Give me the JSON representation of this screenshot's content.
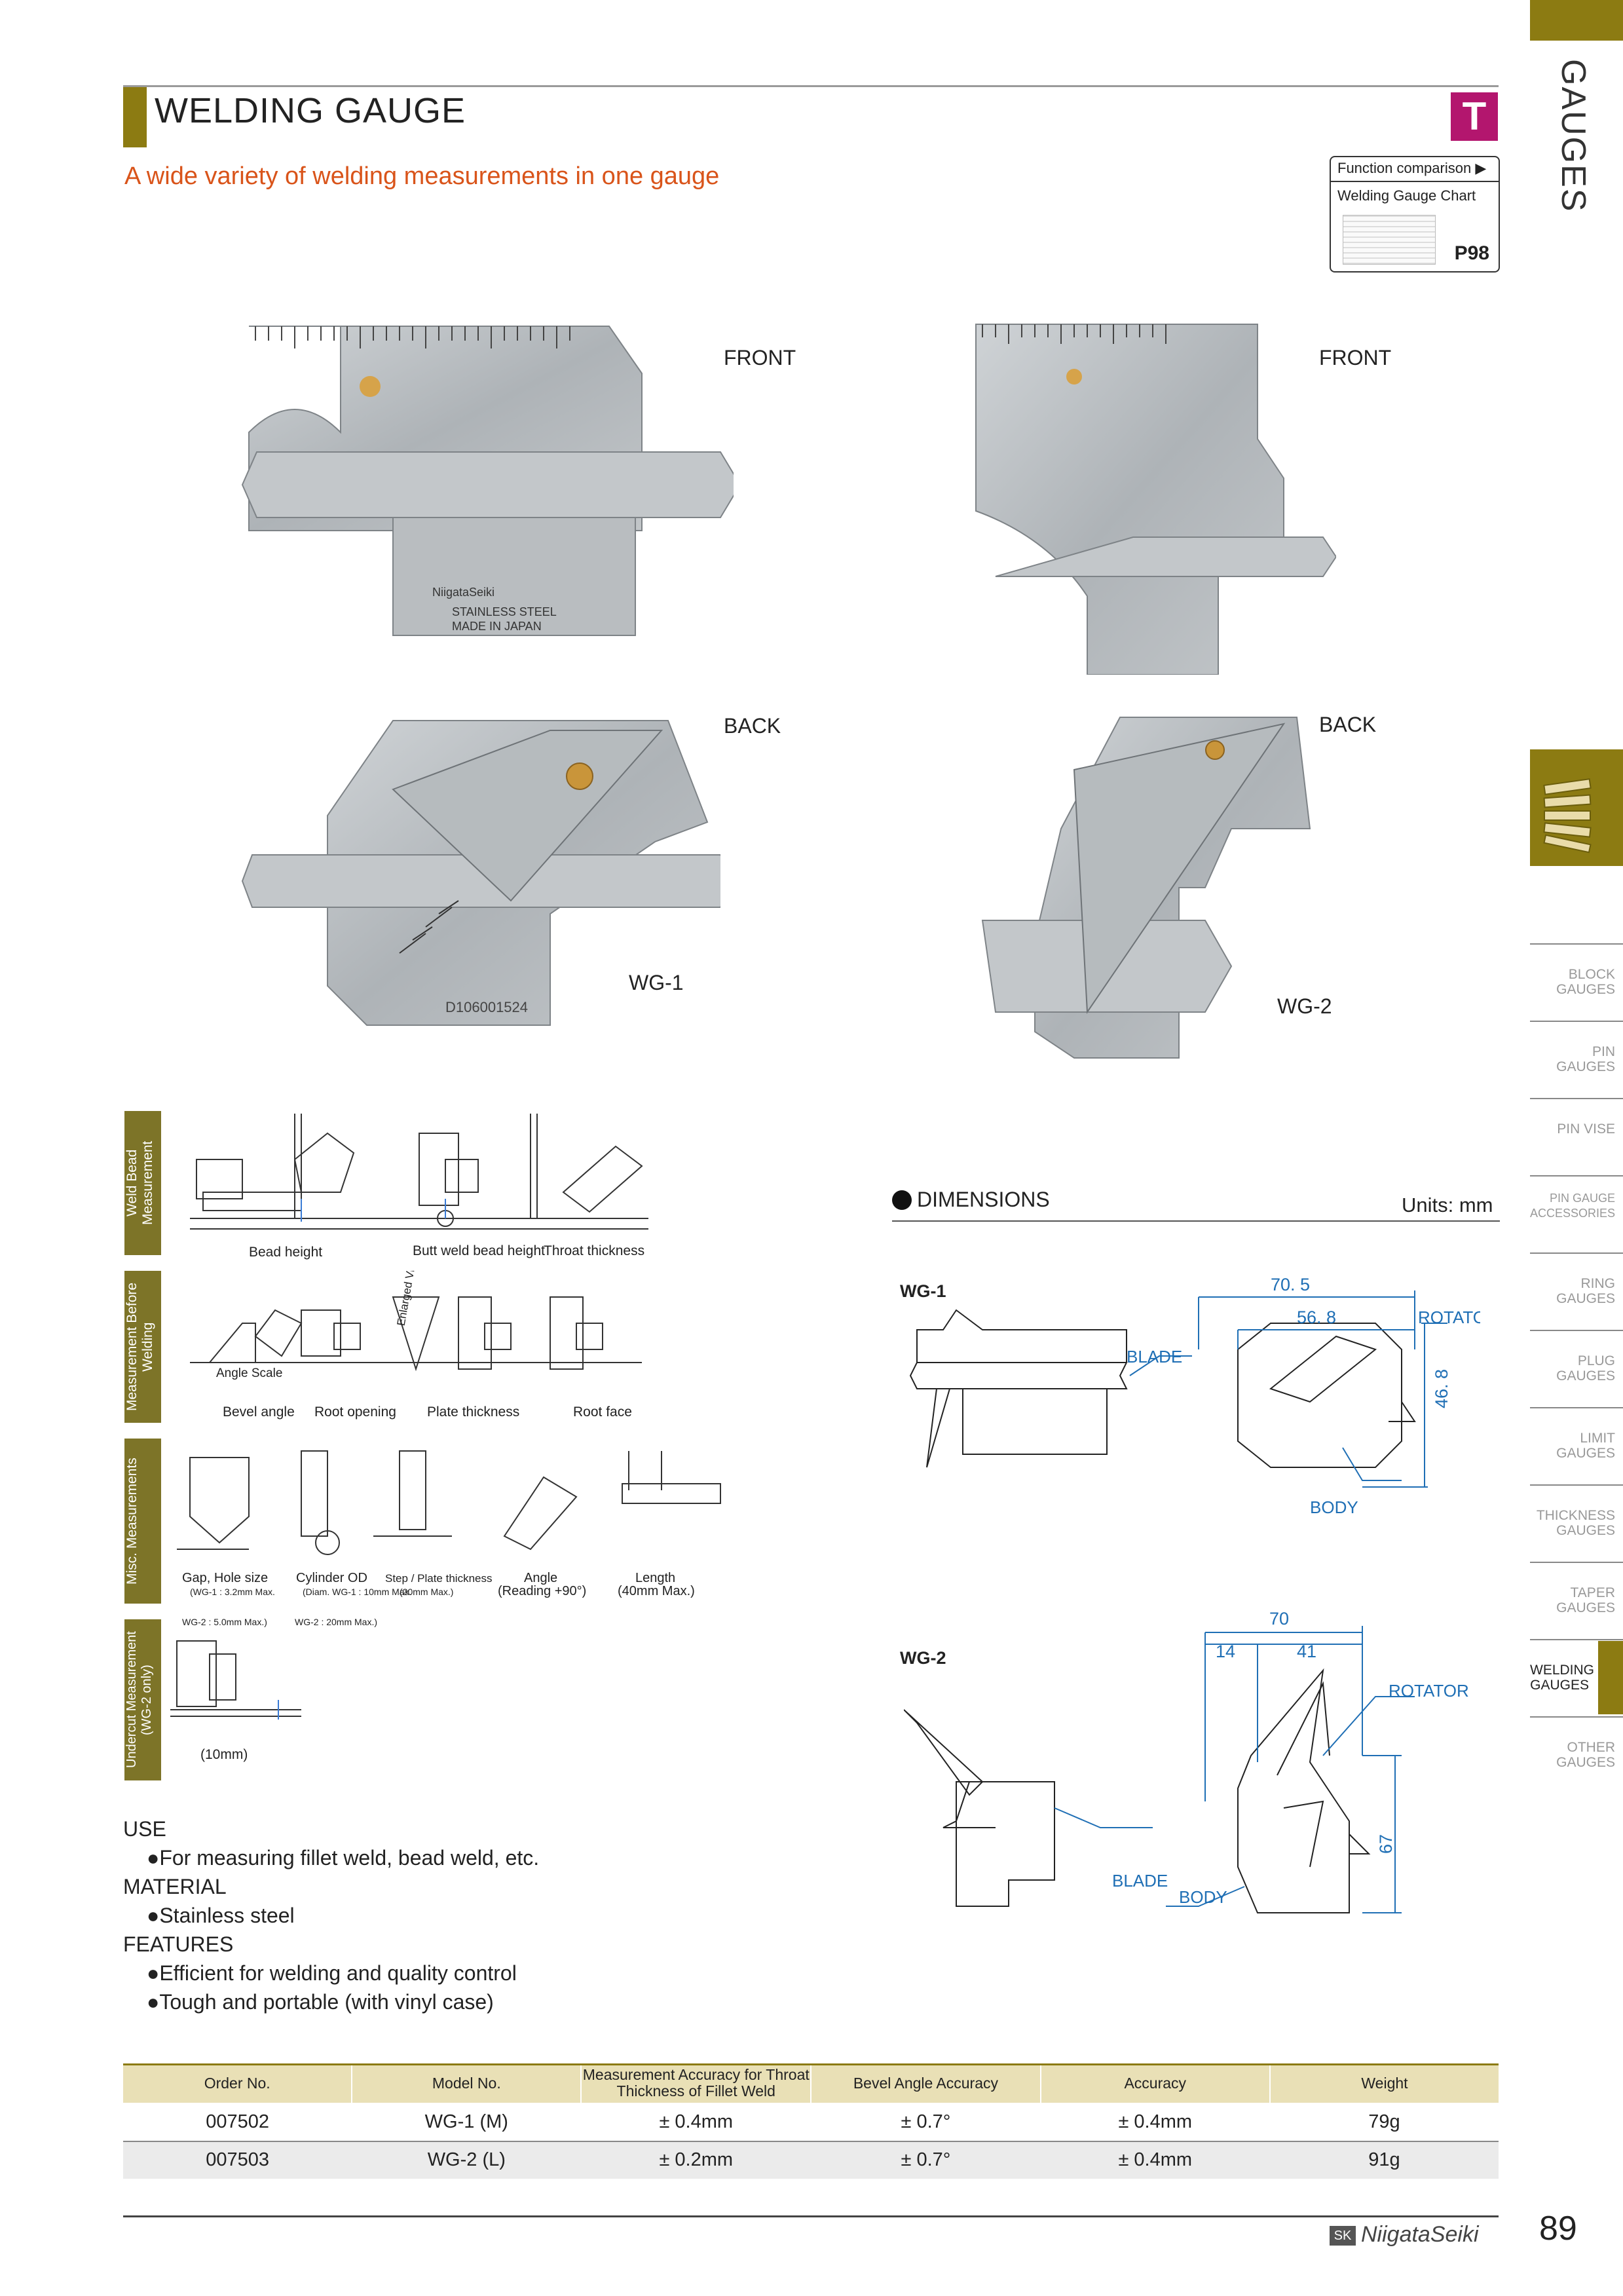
{
  "header": {
    "title": "WELDING GAUGE",
    "subtitle": "A wide variety of welding measurements in one gauge",
    "category_badge": "T",
    "function_comparison": {
      "label": "Function comparison",
      "chart_name": "Welding Gauge Chart",
      "page": "P98"
    }
  },
  "sidebar": {
    "title": "GAUGES",
    "items": [
      {
        "label": "BLOCK GAUGES"
      },
      {
        "label": "PIN GAUGES"
      },
      {
        "label": "PIN VISE"
      },
      {
        "label": "PIN GAUGE ACCESSORIES"
      },
      {
        "label": "RING GAUGES"
      },
      {
        "label": "PLUG GAUGES"
      },
      {
        "label": "LIMIT GAUGES"
      },
      {
        "label": "THICKNESS GAUGES"
      },
      {
        "label": "TAPER GAUGES"
      },
      {
        "label": "WELDING GAUGES"
      },
      {
        "label": "OTHER GAUGES"
      }
    ]
  },
  "photos": {
    "wg1_front": "FRONT",
    "wg2_front": "FRONT",
    "wg1_back": "BACK",
    "wg2_back": "BACK",
    "wg1_label": "WG-1",
    "wg2_label": "WG-2",
    "wg1_engraving": {
      "brand": "NiigataSeiki",
      "material": "STAINLESS STEEL",
      "origin": "MADE IN JAPAN",
      "serial": "D106001524"
    }
  },
  "usage_sections": [
    {
      "label": "Weld Bead Measurement",
      "captions": [
        "Bead height",
        "Butt weld bead height",
        "Throat thickness"
      ]
    },
    {
      "label": "Measurement Before Welding",
      "captions": [
        "Bevel angle",
        "Root opening",
        "Plate thickness",
        "Root face"
      ],
      "extra": [
        "Angle Scale",
        "Enlarged View"
      ]
    },
    {
      "label": "Misc. Measurements",
      "captions": [
        "Gap, Hole size",
        "Cylinder OD",
        "Step / Plate thickness",
        "Angle",
        "Length"
      ],
      "notes": [
        "(WG-1 : 3.2mm Max.",
        "WG-2 : 5.0mm Max.)",
        "(Diam. WG-1 : 10mm Max.",
        "WG-2 : 20mm Max.)",
        "(20mm Max.)",
        "(Reading +90°)",
        "(40mm Max.)"
      ]
    },
    {
      "label": "Undercut Measurement (WG-2 only)",
      "captions": [
        "(10mm)"
      ]
    }
  ],
  "dimensions": {
    "title": "DIMENSIONS",
    "units": "Units: mm",
    "wg1": {
      "model": "WG-1",
      "overall_width": "70. 5",
      "width2": "56. 8",
      "height": "46. 8",
      "parts": [
        "ROTATOR",
        "BLADE",
        "BODY"
      ]
    },
    "wg2": {
      "model": "WG-2",
      "overall_width": "70",
      "width_left": "14",
      "width_right": "41",
      "height": "67",
      "parts": [
        "ROTATOR",
        "BLADE",
        "BODY"
      ]
    }
  },
  "specs": {
    "use_label": "USE",
    "use": "For measuring fillet weld, bead weld, etc.",
    "material_label": "MATERIAL",
    "material": "Stainless steel",
    "features_label": "FEATURES",
    "features": [
      "Efficient for welding and quality control",
      "Tough and portable (with vinyl case)"
    ]
  },
  "table": {
    "headers": [
      "Order No.",
      "Model No.",
      "Measurement Accuracy for Throat Thickness of Fillet Weld",
      "Bevel Angle Accuracy",
      "Accuracy",
      "Weight"
    ],
    "rows": [
      [
        "007502",
        "WG-1 (M)",
        "± 0.4mm",
        "± 0.7°",
        "± 0.4mm",
        "79g"
      ],
      [
        "007503",
        "WG-2 (L)",
        "± 0.2mm",
        "± 0.7°",
        "± 0.4mm",
        "91g"
      ]
    ]
  },
  "footer": {
    "brand": "NiigataSeiki",
    "page": "89"
  },
  "colors": {
    "olive": "#8c7b12",
    "orange": "#d9541a",
    "magenta": "#b3166e",
    "blue": "#1f6fb5"
  }
}
